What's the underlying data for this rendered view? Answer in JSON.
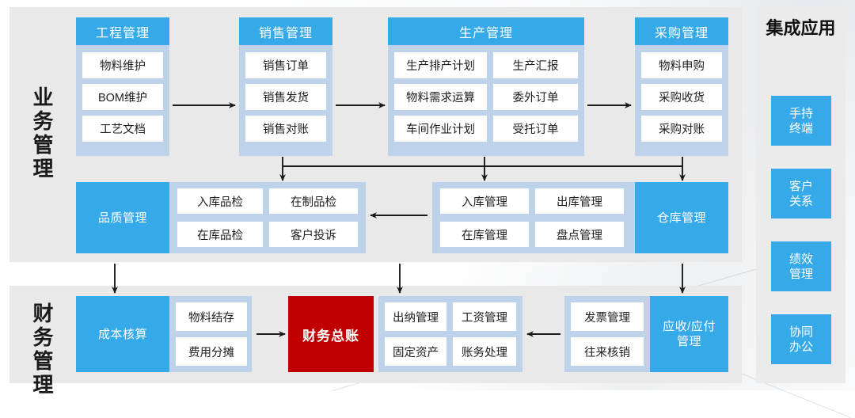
{
  "diagram": {
    "title_business": "业务管理",
    "title_finance": "财务管理",
    "title_integration": "集成应用",
    "colors": {
      "header_blue": "#36a9e8",
      "group_light_blue": "#bed2ea",
      "panel_gray": "#e9e9e9",
      "cell_white": "#ffffff",
      "ledger_red": "#c00000"
    }
  },
  "business": {
    "row1": [
      {
        "header": "工程管理",
        "cells": [
          "物料维护",
          "BOM维护",
          "工艺文档"
        ]
      },
      {
        "header": "销售管理",
        "cells": [
          "销售订单",
          "销售发货",
          "销售对账"
        ]
      },
      {
        "header": "生产管理",
        "cells": [
          "生产排产计划",
          "生产汇报",
          "物料需求运算",
          "委外订单",
          "车间作业计划",
          "受托订单"
        ]
      },
      {
        "header": "采购管理",
        "cells": [
          "物料申购",
          "采购收货",
          "采购对账"
        ]
      }
    ],
    "quality": {
      "caption": "品质管理",
      "cells": [
        "入库品检",
        "在制品检",
        "在库品检",
        "客户投诉"
      ]
    },
    "warehouse": {
      "caption": "仓库管理",
      "cells": [
        "入库管理",
        "出库管理",
        "在库管理",
        "盘点管理"
      ]
    }
  },
  "finance": {
    "cost": {
      "caption": "成本核算",
      "cells": [
        "物料结存",
        "费用分摊"
      ]
    },
    "ledger": {
      "caption": "财务总账"
    },
    "accounting": {
      "cells": [
        "出纳管理",
        "工资管理",
        "固定资产",
        "账务处理"
      ]
    },
    "receivable": {
      "caption": "应收/应付\n管理",
      "caption_line1": "应收/应付",
      "caption_line2": "管理",
      "cells": [
        "发票管理",
        "往来核销"
      ]
    }
  },
  "integration": {
    "items": [
      {
        "line1": "手持",
        "line2": "终端"
      },
      {
        "line1": "客户",
        "line2": "关系"
      },
      {
        "line1": "绩效",
        "line2": "管理"
      },
      {
        "line1": "协同",
        "line2": "办公"
      }
    ]
  }
}
